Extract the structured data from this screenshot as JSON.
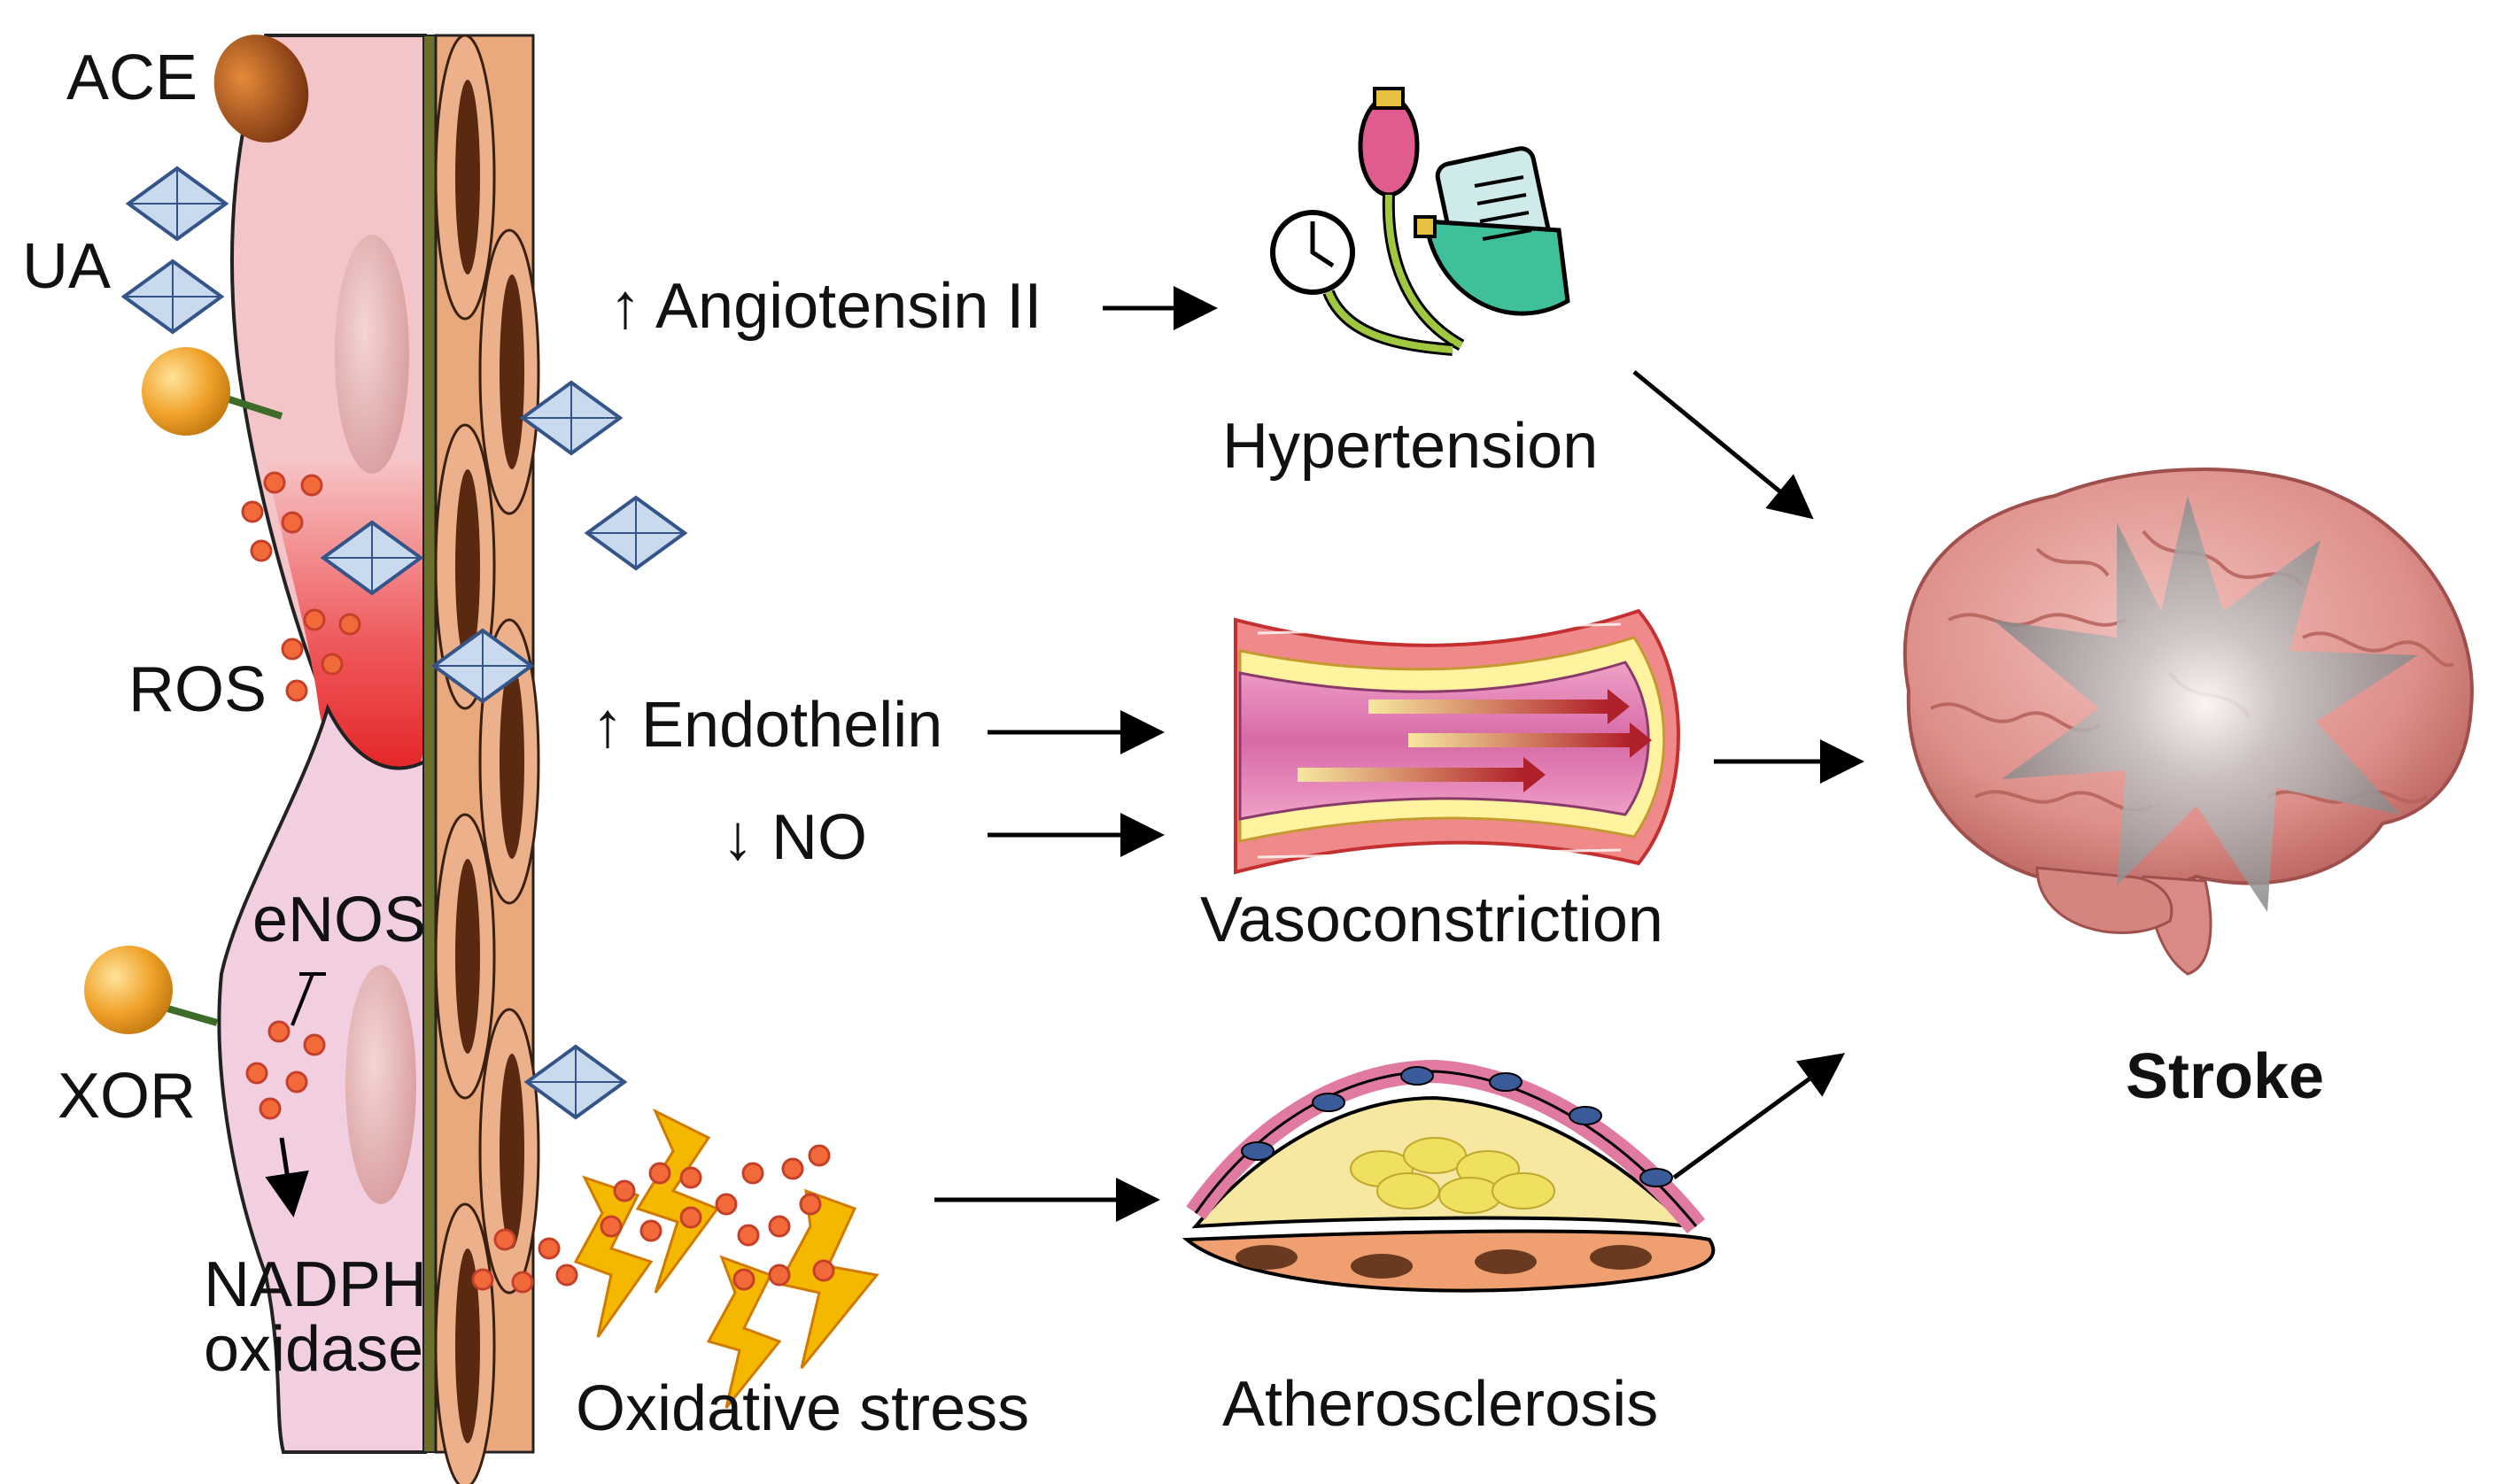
{
  "labels": {
    "ace": "ACE",
    "ua": "UA",
    "ros": "ROS",
    "enos": "eNOS",
    "xor": "XOR",
    "nadph_line1": "NADPH",
    "nadph_line2": "oxidase",
    "oxidative_stress": "Oxidative stress",
    "angiotensin": "↑ Angiotensin II",
    "endothelin": "↑ Endothelin",
    "no": "↓ NO",
    "hypertension": "Hypertension",
    "vasoconstriction": "Vasoconstriction",
    "atherosclerosis": "Atherosclerosis",
    "stroke": "Stroke"
  },
  "colors": {
    "endothelium_pink": "#f3c4c8",
    "endothelium_light": "#f2cfe0",
    "ros_red": "#e6262a",
    "ros_dot": "#f26a3a",
    "smooth_muscle": "#e9a97c",
    "nucleus_brown": "#5a2a10",
    "ua_crystal": "#8fb3d9",
    "xor_ball": "#f0a030",
    "lightning": "#f5b800",
    "brain_pink": "#e8a3a0",
    "arrow": "#000000"
  }
}
